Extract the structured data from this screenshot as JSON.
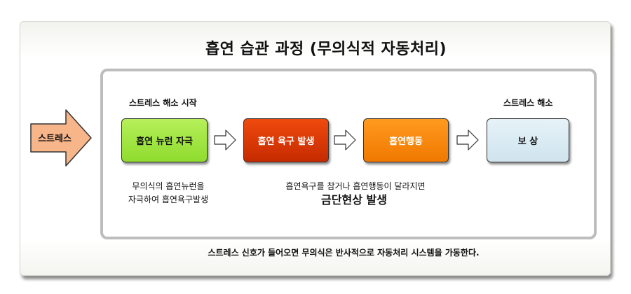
{
  "title": "흡연 습관 과정 (무의식적 자동처리)",
  "stress_input": "스트레스",
  "boxes": [
    {
      "label": "흡연 뉴런 자극",
      "color": "#9fe23a"
    },
    {
      "label": "흡연 욕구 발생",
      "color": "#e23a06"
    },
    {
      "label": "흡연행동",
      "color": "#f88a0c"
    },
    {
      "label": "보 상",
      "color": "#d9eaf3"
    }
  ],
  "labels": {
    "stress_start": "스트레스 해소 시작",
    "stress_relief": "스트레스 해소",
    "left_note_line1": "무의식의 흡연뉴런을",
    "left_note_line2": "자극하여 흡연욕구발생",
    "middle_note": "흡연욕구를 참거나 흡연행동이 달라지면",
    "withdrawal": "금단현상 발생"
  },
  "caption": "스트레스 신호가 들어오면 무의식은 반사적으로 자동처리 시스템을 가동한다.",
  "colors": {
    "stress_arrow": "#f7b58a",
    "frame": "#bdbdbd"
  }
}
